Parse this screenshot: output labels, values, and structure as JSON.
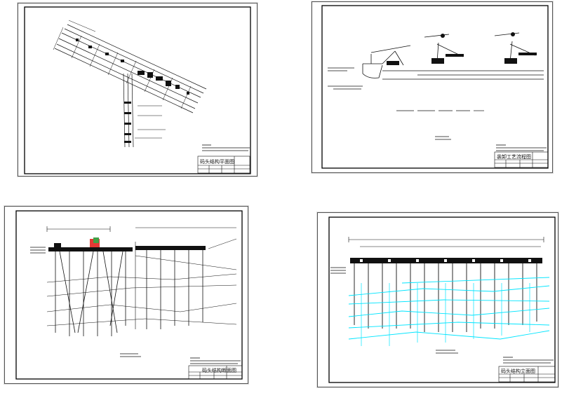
{
  "sheets": [
    {
      "id": "s1",
      "title": "码头结构平面图",
      "style": "plan"
    },
    {
      "id": "s2",
      "title": "装卸工艺流程图",
      "style": "process"
    },
    {
      "id": "s3",
      "title": "码头结构断面图",
      "style": "section"
    },
    {
      "id": "s4",
      "title": "码头结构立面图",
      "style": "elevation"
    }
  ],
  "colors": {
    "line": "#111111",
    "cyan": "#00e5ff",
    "red": "#e53935",
    "green": "#43a047",
    "frame": "#000000"
  }
}
